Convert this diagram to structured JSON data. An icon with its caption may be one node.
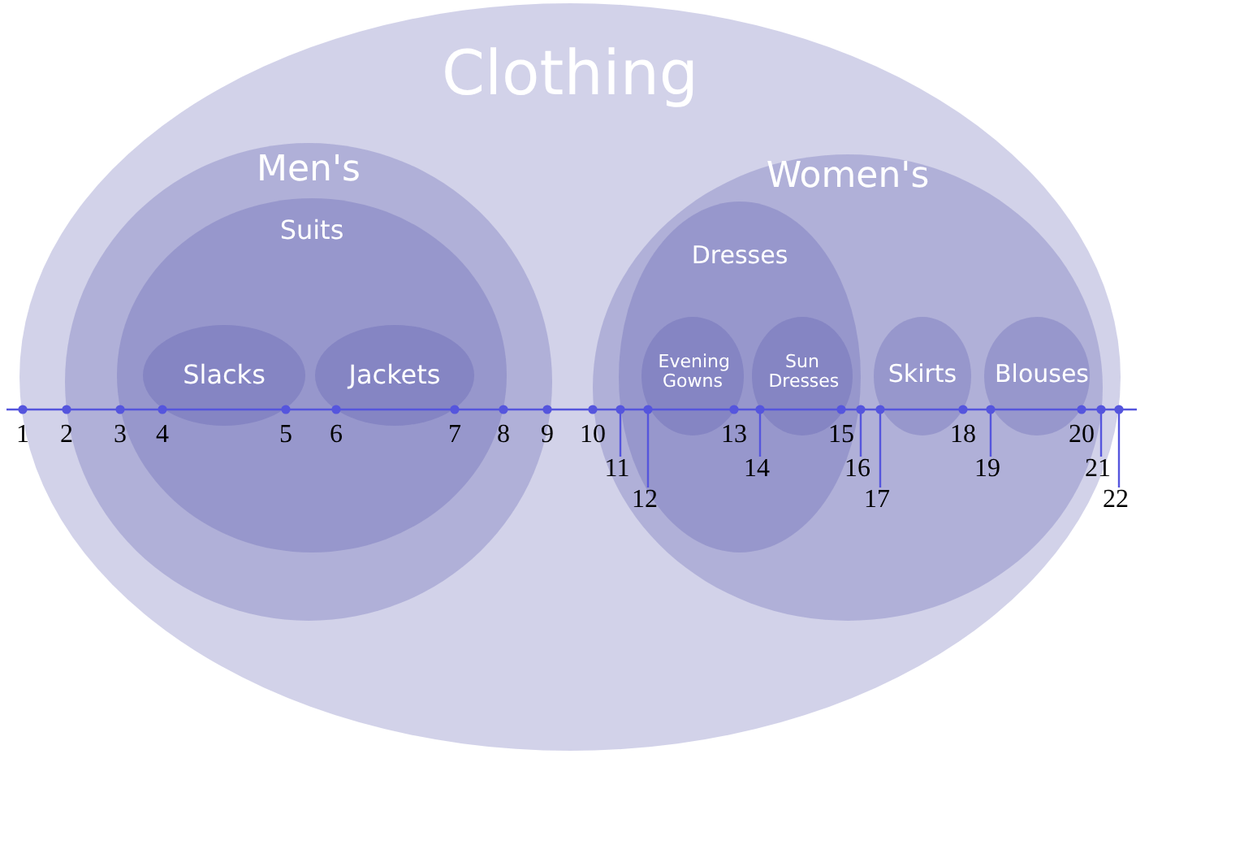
{
  "diagram": {
    "nodes": [
      {
        "text": [
          "Clothing"
        ]
      },
      {
        "text": [
          "Men's"
        ],
        "in": 0
      },
      {
        "text": [
          "Suits"
        ],
        "in": 1
      },
      {
        "text": [
          "Slacks"
        ],
        "in": 2
      },
      {
        "text": [
          "Jackets"
        ],
        "in": 2
      },
      {
        "text": [
          "Women's"
        ],
        "in": 0
      },
      {
        "text": [
          "Dresses"
        ],
        "in": 5
      },
      {
        "text": [
          "Evening Gowns"
        ],
        "in": 6
      },
      {
        "text": [
          "Sun Dresses"
        ],
        "in": 6
      },
      {
        "text": [
          "Skirts"
        ],
        "in": 5
      },
      {
        "text": [
          "Blouses"
        ],
        "in": 5
      }
    ],
    "labels": [
      "1",
      "2",
      "3",
      "4",
      "5",
      "6",
      "7",
      "8",
      "9",
      "10",
      "11",
      "12",
      "13",
      "14",
      "15",
      "16",
      "17",
      "18",
      "19",
      "20",
      "21",
      "22"
    ]
  }
}
